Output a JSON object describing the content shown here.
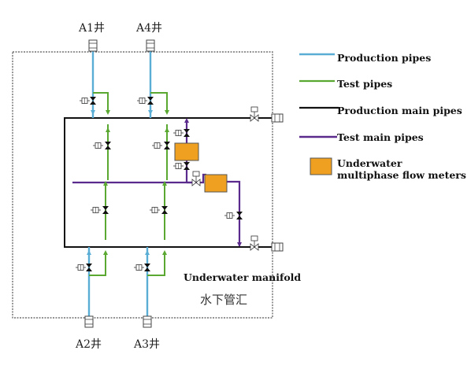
{
  "wells": {
    "a1": "A1井",
    "a4": "A4井",
    "a2": "A2井",
    "a3": "A3井"
  },
  "legend": {
    "production_pipes": "Production pipes",
    "test_pipes": "Test pipes",
    "production_main_pipes": "Production main pipes",
    "test_main_pipes": "Test main pipes",
    "flow_meters_line1": "Underwater",
    "flow_meters_line2": "multiphase flow meters"
  },
  "manifold": {
    "label_en": "Underwater manifold",
    "label_cn": "水下管汇"
  },
  "colors": {
    "production_pipe": "#5aaed6",
    "test_pipe": "#5aa832",
    "production_main_pipe": "#111111",
    "test_main_pipe": "#5a2b8c",
    "flow_meter": "#f0a020"
  }
}
